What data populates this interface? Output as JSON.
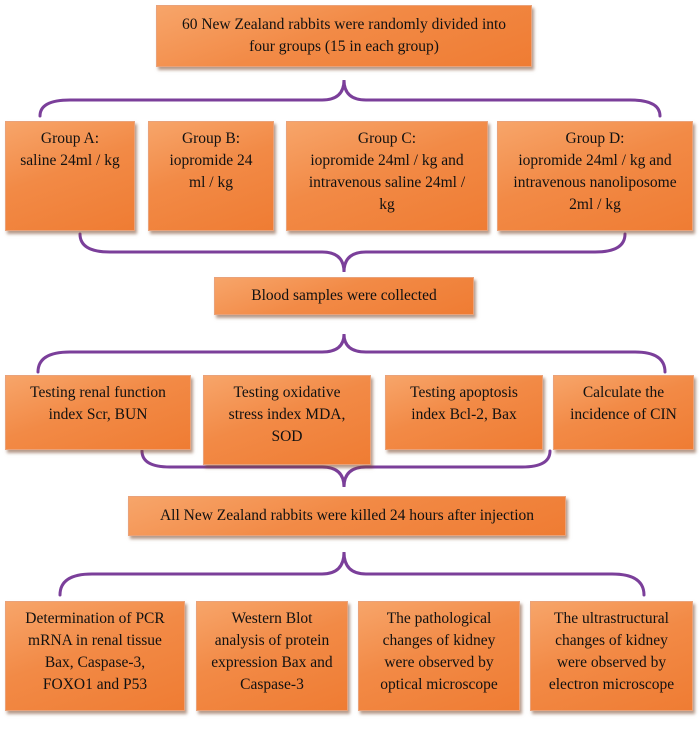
{
  "title_box": {
    "text": "60 New Zealand rabbits were randomly divided into\nfour groups (15 in each group)"
  },
  "groups": [
    {
      "text": "Group A:\nsaline 24ml / kg"
    },
    {
      "text": "Group B:\niopromide 24\nml / kg"
    },
    {
      "text": "Group C:\niopromide 24ml / kg and\nintravenous saline 24ml /\nkg"
    },
    {
      "text": "Group D:\niopromide 24ml / kg and\nintravenous nanoliposome\n2ml / kg"
    }
  ],
  "blood_box": {
    "text": "Blood samples were collected"
  },
  "tests": [
    {
      "text": "Testing renal function\nindex Scr, BUN"
    },
    {
      "text": "Testing oxidative\nstress index MDA,\nSOD"
    },
    {
      "text": "Testing apoptosis\nindex Bcl-2, Bax"
    },
    {
      "text": "Calculate the\nincidence of CIN"
    }
  ],
  "killed_box": {
    "text": "All New Zealand rabbits were killed 24 hours after injection"
  },
  "analyses": [
    {
      "text": "Determination of PCR\nmRNA in renal tissue\nBax, Caspase-3,\nFOXO1 and P53"
    },
    {
      "text": "Western Blot\nanalysis of protein\nexpression Bax and\nCaspase-3"
    },
    {
      "text": "The pathological\nchanges of kidney\nwere observed by\noptical microscope"
    },
    {
      "text": "The ultrastructural\nchanges of kidney\nwere observed by\nelectron microscope"
    }
  ],
  "colors": {
    "box_fill": "#f28a46",
    "brace": "#7b3f9a"
  }
}
